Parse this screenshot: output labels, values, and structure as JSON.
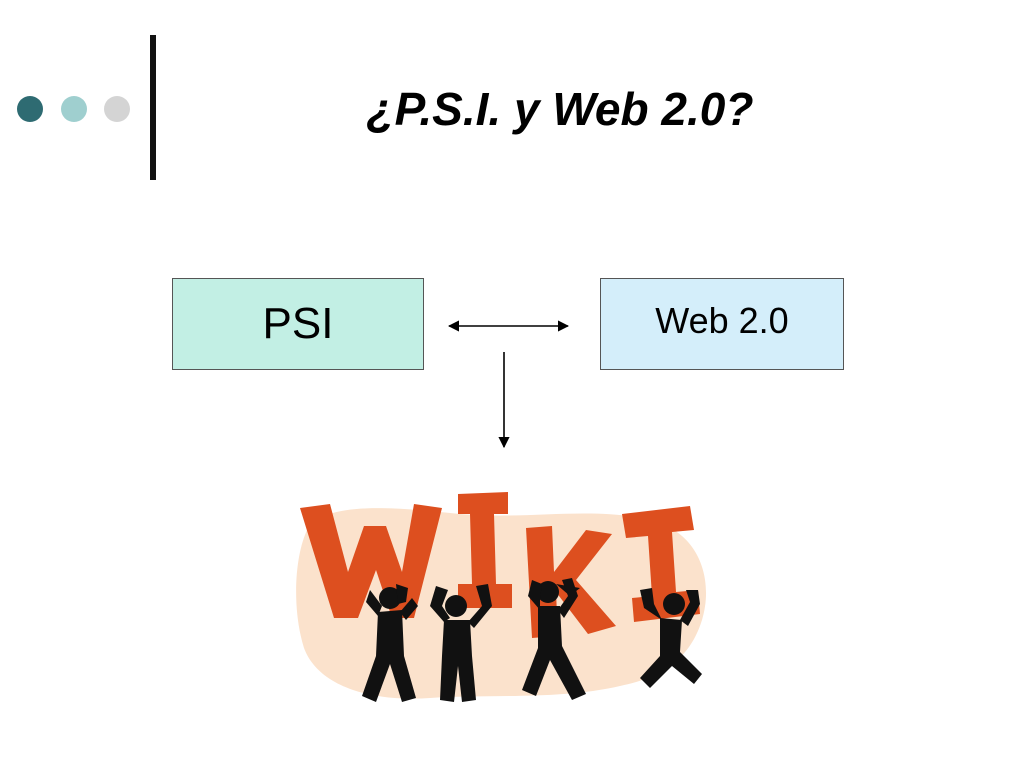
{
  "slide": {
    "title": "¿P.S.I. y Web 2.0?",
    "decor_dot_colors": [
      "#2e6b72",
      "#9fcfcf",
      "#d4d4d4"
    ]
  },
  "diagram": {
    "node_psi": {
      "label": "PSI",
      "fill": "#c2efe4"
    },
    "node_web": {
      "label": "Web 2.0",
      "fill": "#d4eefa"
    },
    "connector_horizontal": "bidirectional",
    "connector_down": "points to wiki illustration"
  },
  "illustration": {
    "logo_text": "WIKI",
    "letter_color": "#dd4f1f",
    "blob_color": "#fbe2cc",
    "figure_color": "#111111"
  }
}
